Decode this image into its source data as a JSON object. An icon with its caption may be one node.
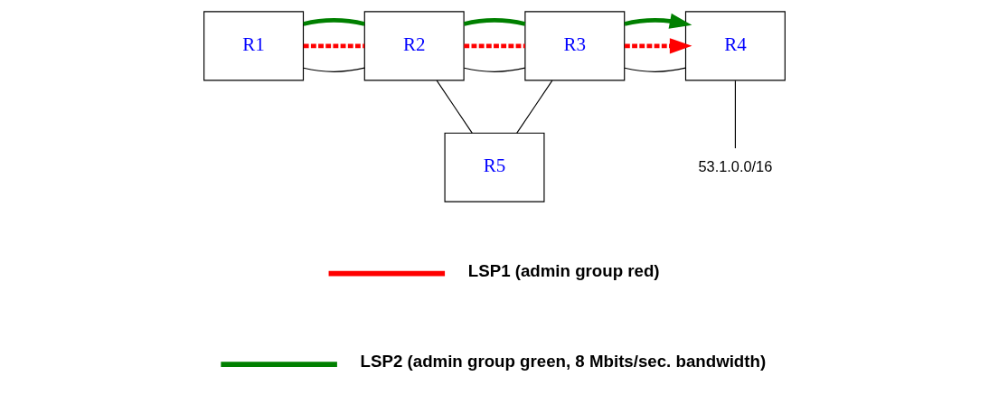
{
  "diagram": {
    "nodes": [
      {
        "text": [
          "R1"
        ]
      },
      {
        "text": [
          "R2"
        ]
      },
      {
        "text": [
          "R3"
        ]
      },
      {
        "text": [
          "R4"
        ]
      },
      {
        "text": [
          "R5"
        ]
      },
      {
        "text": [
          "53.1.0.0/16"
        ]
      }
    ],
    "edges": [
      {
        "from": 0,
        "to": 1,
        "arrow": "none"
      },
      {
        "from": 1,
        "to": 2,
        "arrow": "none"
      },
      {
        "from": 2,
        "to": 3,
        "arrow": "none"
      },
      {
        "from": 1,
        "to": 4,
        "arrow": "none"
      },
      {
        "from": 4,
        "to": 2,
        "arrow": "none"
      },
      {
        "from": 3,
        "to": 5,
        "arrow": "none"
      },
      {
        "from": 0,
        "to": 1,
        "arrow": "none",
        "style": "dashed",
        "color": "#ff0000"
      },
      {
        "from": 1,
        "to": 2,
        "arrow": "none",
        "style": "dashed",
        "color": "#ff0000"
      },
      {
        "from": 2,
        "to": 3,
        "arrow": "to",
        "style": "dashed",
        "color": "#ff0000"
      },
      {
        "from": 0,
        "to": 1,
        "arrow": "none",
        "style": "thick",
        "color": "#008000"
      },
      {
        "from": 1,
        "to": 2,
        "arrow": "none",
        "style": "thick",
        "color": "#008000"
      },
      {
        "from": 2,
        "to": 3,
        "arrow": "to",
        "style": "thick",
        "color": "#008000"
      }
    ],
    "legend": [
      {
        "text": "LSP1 (admin group red)",
        "color": "#ff0000"
      },
      {
        "text": "LSP2 (admin group green, 8 Mbits/sec. bandwidth)",
        "color": "#008000"
      }
    ]
  }
}
